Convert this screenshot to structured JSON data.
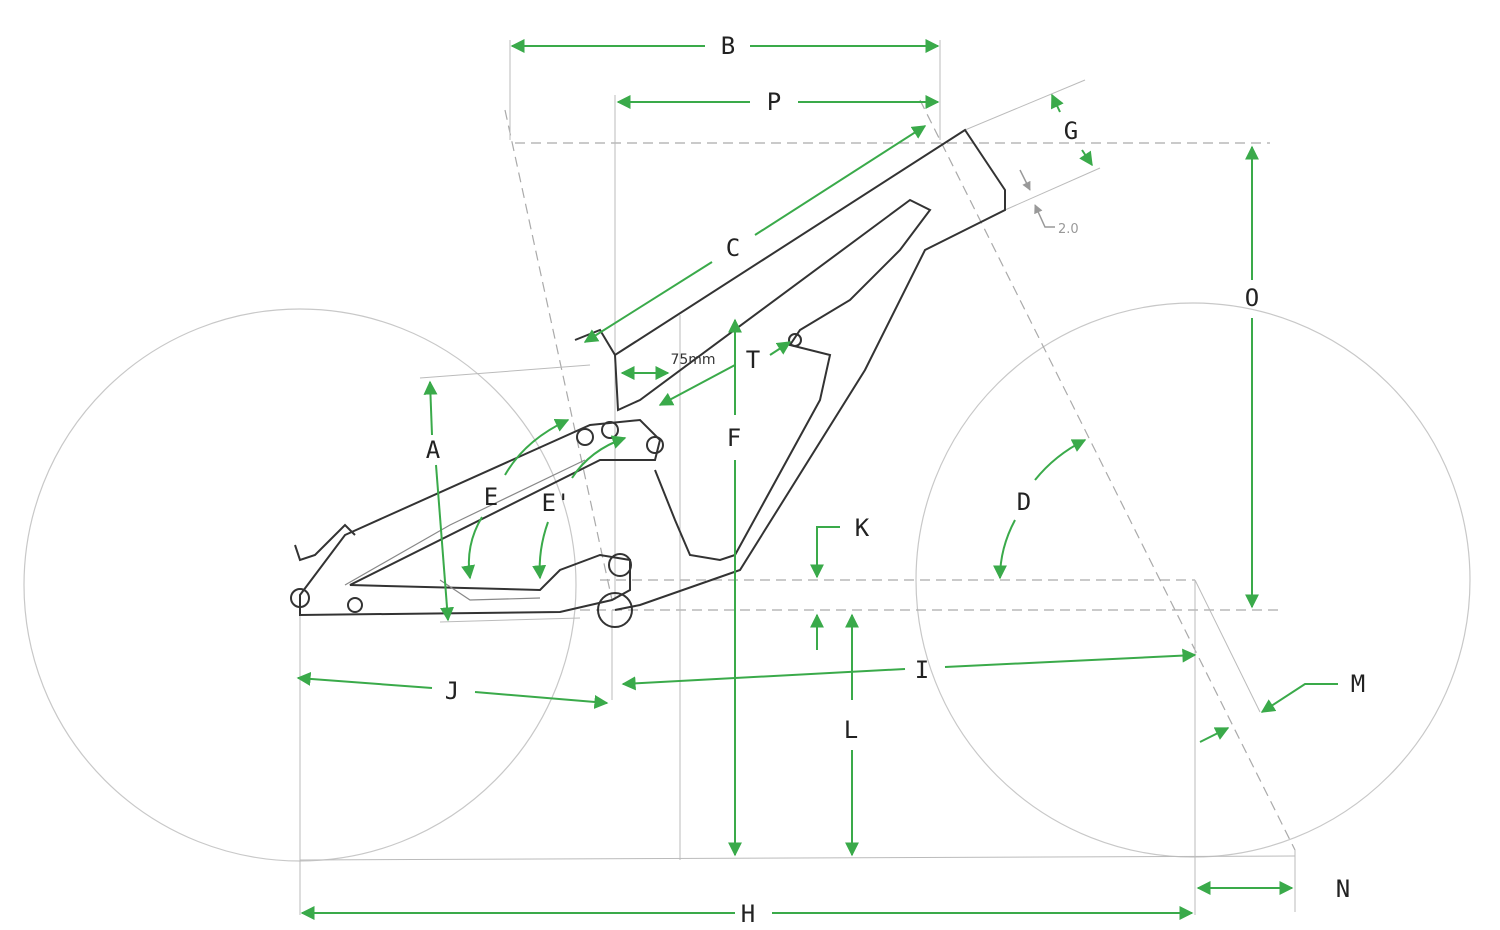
{
  "title": "Bike frame geometry diagram",
  "labels": {
    "A": "A",
    "B": "B",
    "C": "C",
    "D": "D",
    "E": "E",
    "E_prime": "E'",
    "F": "F",
    "G": "G",
    "H": "H",
    "I": "I",
    "J": "J",
    "K": "K",
    "L": "L",
    "M": "M",
    "N": "N",
    "O": "O",
    "P": "P",
    "T": "T"
  },
  "annotations": {
    "insertion": "75mm",
    "offset": "2.0"
  },
  "colors": {
    "dimension": "#3aaa4a",
    "frame": "#333333",
    "guide": "#aaaaaa"
  }
}
